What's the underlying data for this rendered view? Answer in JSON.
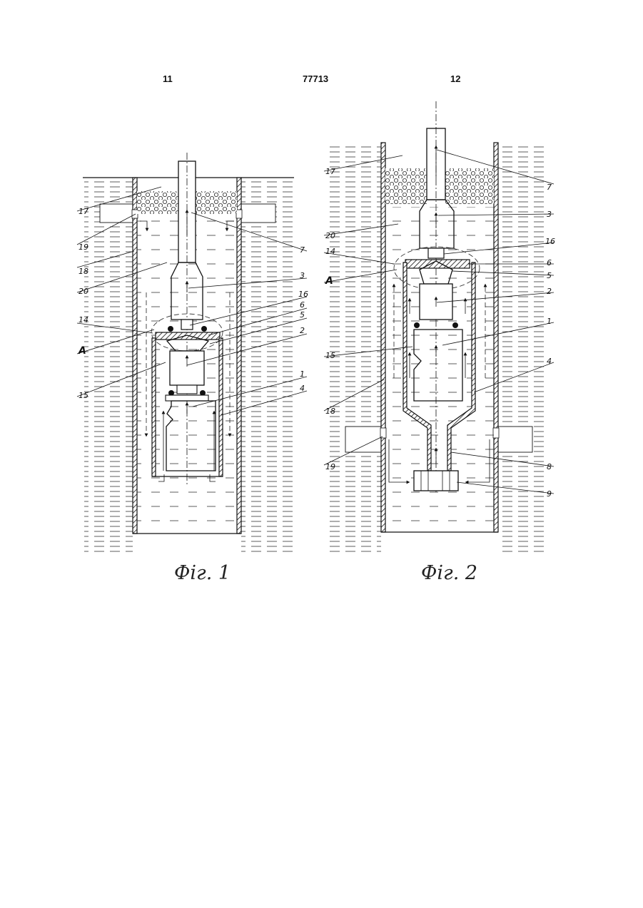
{
  "header": {
    "page_left": "11",
    "patent_number": "77713",
    "page_right": "12"
  },
  "figure1": {
    "caption": "Фіг. 1",
    "labels": {
      "l17": "17",
      "l19": "19",
      "l18": "18",
      "l20": "20",
      "l14": "14",
      "lA": "A",
      "l15": "15",
      "l7": "7",
      "l3": "3",
      "l16": "16",
      "l6": "6",
      "l5": "5",
      "l2": "2",
      "l1": "1",
      "l4": "4"
    }
  },
  "figure2": {
    "caption": "Фіг. 2",
    "labels": {
      "l17": "17",
      "l20": "20",
      "l14": "14",
      "lA": "A",
      "l15": "15",
      "l18": "18",
      "l19": "19",
      "l7": "7",
      "l3": "3",
      "l16": "16",
      "l6": "6",
      "l5": "5",
      "l2": "2",
      "l1": "1",
      "l4": "4",
      "l8": "8",
      "l9": "9"
    }
  }
}
